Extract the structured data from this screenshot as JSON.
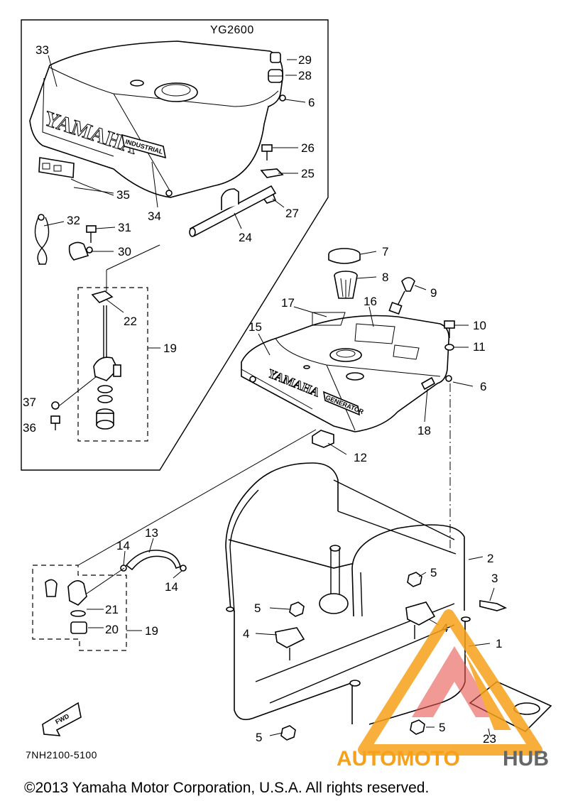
{
  "diagram": {
    "model_title": "YG2600",
    "drawing_code": "7NH2100-5100",
    "copyright": "©2013 Yamaha Motor Corporation, U.S.A. All rights reserved.",
    "fwd_label": "FWD",
    "tank_brand": "YAMAHA",
    "tank_label_industrial": "INDUSTRIAL",
    "tank_label_generator": "GENERATOR",
    "callouts": {
      "c1": "1",
      "c2": "2",
      "c3": "3",
      "c4a": "4",
      "c4b": "4",
      "c5a": "5",
      "c5b": "5",
      "c5c": "5",
      "c5d": "5",
      "c6a": "6",
      "c6b": "6",
      "c7": "7",
      "c8": "8",
      "c9": "9",
      "c10": "10",
      "c11": "11",
      "c12": "12",
      "c13": "13",
      "c14a": "14",
      "c14b": "14",
      "c15": "15",
      "c16": "16",
      "c17": "17",
      "c18": "18",
      "c19a": "19",
      "c19b": "19",
      "c20": "20",
      "c21": "21",
      "c22": "22",
      "c23": "23",
      "c24": "24",
      "c25": "25",
      "c26": "26",
      "c27": "27",
      "c28": "28",
      "c29": "29",
      "c30": "30",
      "c31": "31",
      "c32": "32",
      "c33": "33",
      "c34": "34",
      "c35": "35",
      "c36": "36",
      "c37": "37"
    }
  },
  "watermark": {
    "word_a": "AUTOMOTO",
    "word_b": "HUB",
    "color_primary": "#f7a11a",
    "color_secondary": "#666666"
  }
}
